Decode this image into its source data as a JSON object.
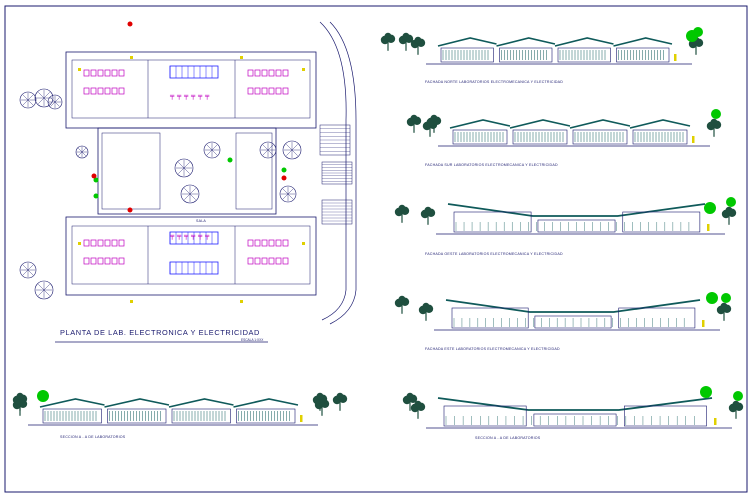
{
  "plan": {
    "title": "PLANTA DE LAB. ELECTRONICA Y ELECTRICIDAD",
    "scale": "ESCALA 1:XXX",
    "room_label": "SALA"
  },
  "elevations": [
    {
      "caption": "FACHADA NORTE LABORATORIOS ELECTROMECANICA Y ELECTRICIDAD"
    },
    {
      "caption": "FACHADA SUR LABORATORIOS ELECTROMECANICA Y ELECTRICIDAD"
    },
    {
      "caption": "FACHADA OESTE LABORATORIOS ELECTROMECANICA Y ELECTRICIDAD"
    },
    {
      "caption": "FACHADA ESTE LABORATORIOS ELECTROMECANICA Y ELECTRICIDAD"
    }
  ],
  "sections": [
    {
      "caption": "SECCION A - A DE LABORATORIOS"
    },
    {
      "caption": "SECCION A - A DE LABORATORIOS"
    }
  ],
  "colors": {
    "line": "#1a1a6e",
    "roof": "#0f5a5a",
    "tree": "#1f4f3f",
    "accent_green": "#00c800",
    "accent_magenta": "#c000c0",
    "accent_blue": "#2020ff",
    "accent_yellow": "#e0d000",
    "accent_red": "#e00000"
  }
}
